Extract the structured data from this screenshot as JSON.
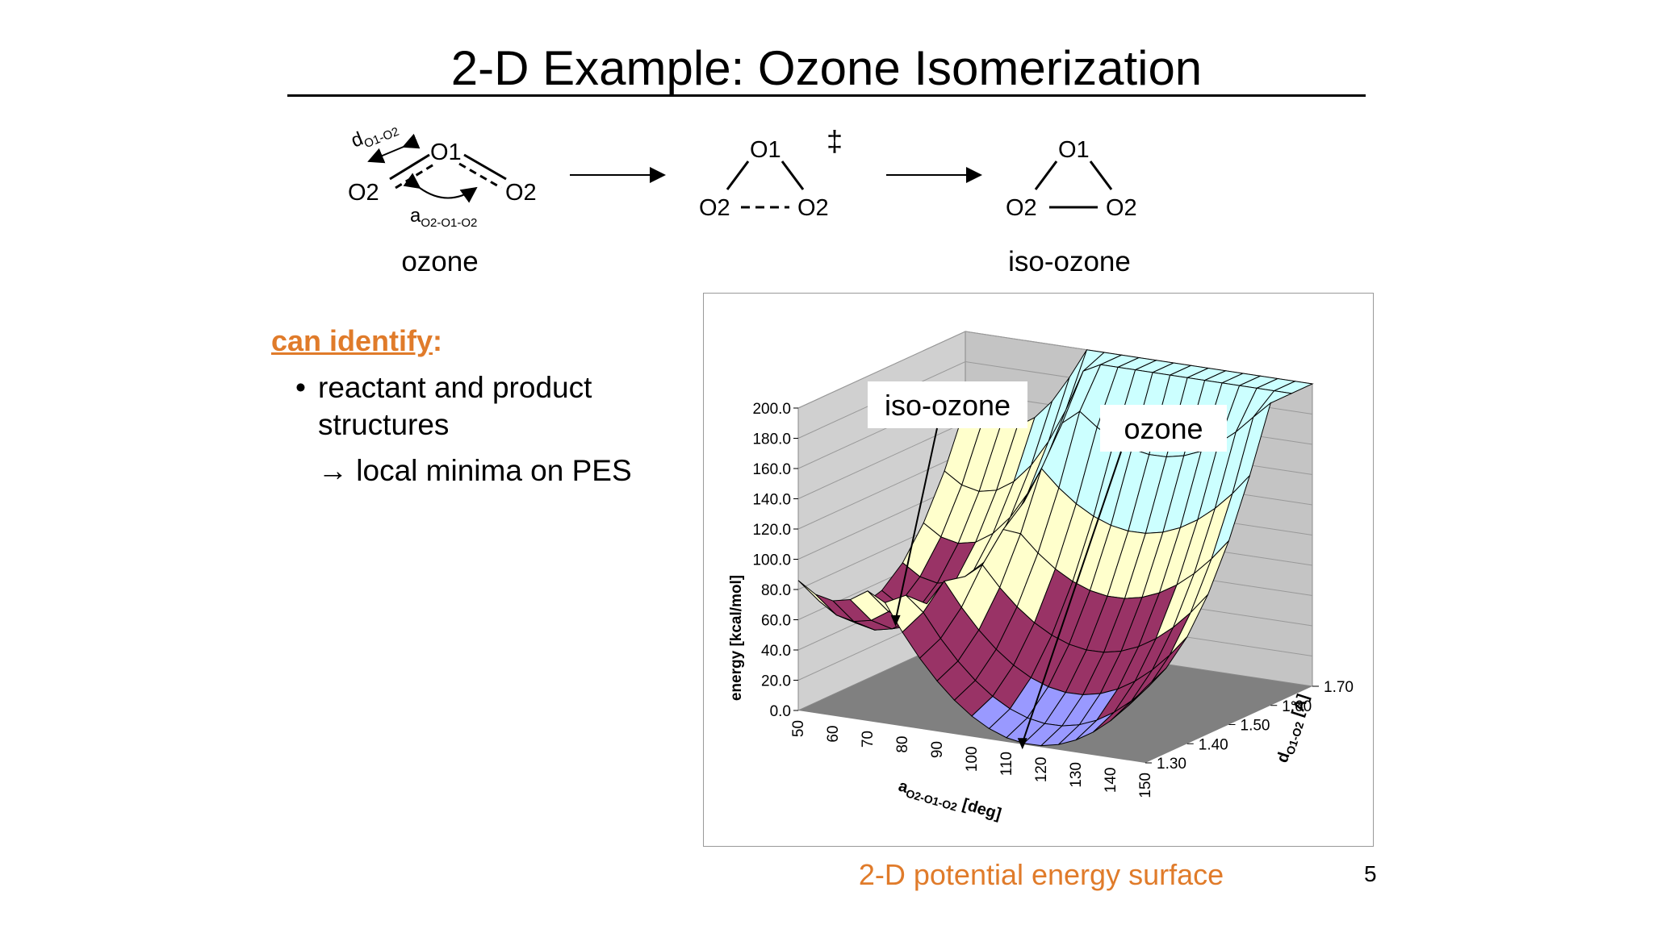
{
  "slide": {
    "title": "2-D Example: Ozone Isomerization",
    "page_number": "5"
  },
  "scheme": {
    "ozone": {
      "atom_top": "O1",
      "atom_left": "O2",
      "atom_right": "O2",
      "bond_label_main": "d",
      "bond_label_sub": "O1-O2",
      "angle_label_main": "a",
      "angle_label_sub": "O2-O1-O2",
      "caption": "ozone"
    },
    "transition_state": {
      "atom_top": "O1",
      "atom_left": "O2",
      "atom_right": "O2",
      "marker": "‡"
    },
    "iso_ozone": {
      "atom_top": "O1",
      "atom_left": "O2",
      "atom_right": "O2",
      "caption": "iso-ozone"
    }
  },
  "text": {
    "heading": "can identify",
    "heading_colon": ":",
    "bullet_line1": "reactant and product",
    "bullet_line2": "structures",
    "arrow_line": "local minima on PES",
    "arrow_symbol": "→"
  },
  "chart_data": {
    "type": "surface",
    "z_label": "energy [kcal/mol]",
    "x_label_main": "a",
    "x_label_sub": "O2-O1-O2",
    "x_label_unit": "[deg]",
    "y_label_main": "d",
    "y_label_sub": "O1-O2",
    "y_label_unit": "[Å]",
    "z_ticks": [
      "0.0",
      "20.0",
      "40.0",
      "60.0",
      "80.0",
      "100.0",
      "120.0",
      "140.0",
      "160.0",
      "180.0",
      "200.0"
    ],
    "x_ticks": [
      "50",
      "60",
      "70",
      "80",
      "90",
      "100",
      "110",
      "120",
      "130",
      "140",
      "150"
    ],
    "y_ticks": [
      "1.30",
      "1.40",
      "1.50",
      "1.60",
      "1.70"
    ],
    "zlim": [
      0,
      200
    ],
    "xlim": [
      50,
      150
    ],
    "ylim": [
      1.3,
      1.7
    ],
    "annotations": [
      {
        "text": "iso-ozone",
        "angle_deg": 60,
        "distance_A": 1.45,
        "energy": 40
      },
      {
        "text": "ozone",
        "angle_deg": 117,
        "distance_A": 1.28,
        "energy": 0
      }
    ],
    "band_colors": [
      "#9999ff",
      "#993366",
      "#ffffcc",
      "#ccffff",
      "#660066",
      "#ff8080",
      "#0066cc"
    ],
    "caption": "2-D potential energy surface"
  }
}
